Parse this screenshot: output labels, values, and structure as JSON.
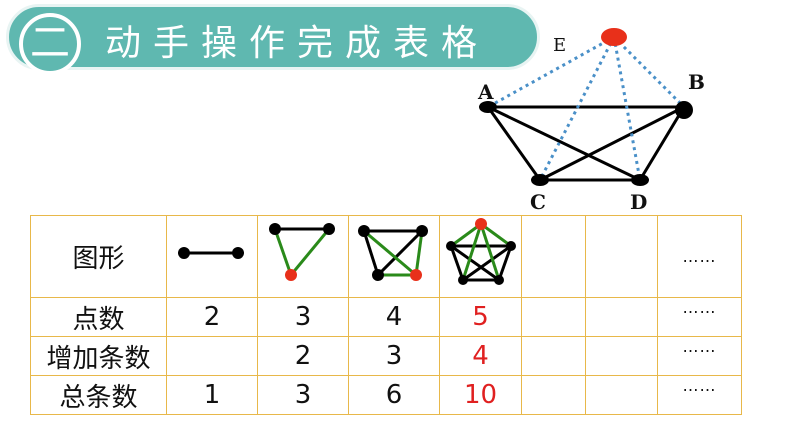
{
  "header": {
    "badge": "二",
    "title": "动手操作完成表格"
  },
  "diagram": {
    "vertices": [
      "A",
      "B",
      "C",
      "D",
      "E"
    ]
  },
  "table": {
    "rows": [
      {
        "label": "图形",
        "cells": [
          "",
          "",
          "",
          "",
          "",
          "",
          "……"
        ]
      },
      {
        "label": "点数",
        "cells": [
          "2",
          "3",
          "4",
          "5",
          "",
          "",
          "……"
        ]
      },
      {
        "label": "增加条数",
        "cells": [
          "",
          "2",
          "3",
          "4",
          "",
          "",
          "……"
        ]
      },
      {
        "label": "总条数",
        "cells": [
          "1",
          "3",
          "6",
          "10",
          "",
          "",
          "……"
        ]
      }
    ]
  },
  "colors": {
    "banner": "#5fb8b0",
    "table_border": "#e8b84a",
    "highlight": "#e02020",
    "new_edge": "#2a8a1a",
    "dashed_edge": "#4a90c8"
  }
}
